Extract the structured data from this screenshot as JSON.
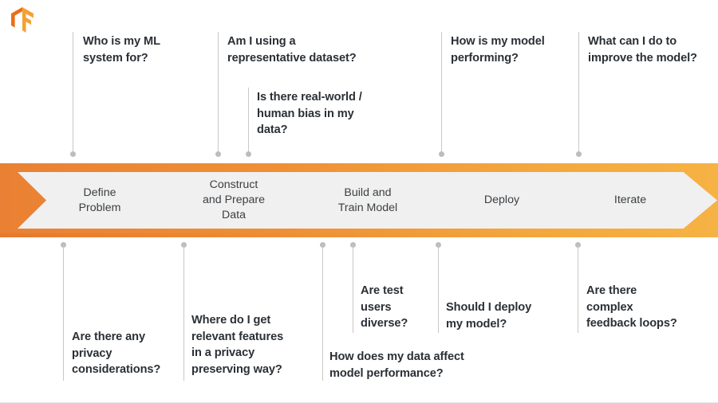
{
  "brand": {
    "logo_icon": "tensorflow-logo",
    "colors": {
      "logo_light": "#F5A033",
      "logo_dark": "#E8701A"
    }
  },
  "band": {
    "gradient_start": "#EA8033",
    "gradient_end": "#F6B244",
    "stages": [
      {
        "id": "define-problem",
        "label": "Define\nProblem"
      },
      {
        "id": "construct-prepare-data",
        "label": "Construct\nand Prepare\nData"
      },
      {
        "id": "build-train-model",
        "label": "Build and\nTrain Model"
      },
      {
        "id": "deploy",
        "label": "Deploy"
      },
      {
        "id": "iterate",
        "label": "Iterate"
      }
    ]
  },
  "questions_top": [
    {
      "id": "who-is-my-ml-system-for",
      "text": "Who is my ML\nsystem for?"
    },
    {
      "id": "am-i-using-representative-dataset",
      "text": "Am I using a\nrepresentative dataset?"
    },
    {
      "id": "real-world-human-bias",
      "text": "Is there real-world /\nhuman bias in my\ndata?"
    },
    {
      "id": "how-is-my-model-performing",
      "text": "How is my model\nperforming?"
    },
    {
      "id": "what-can-i-do-to-improve",
      "text": "What can I do to\nimprove the model?"
    }
  ],
  "questions_bottom": [
    {
      "id": "privacy-considerations",
      "text": "Are there any\nprivacy\nconsiderations?"
    },
    {
      "id": "relevant-features-privacy",
      "text": "Where do I get\nrelevant features\nin a privacy\npreserving way?"
    },
    {
      "id": "are-test-users-diverse",
      "text": "Are test\nusers\ndiverse?"
    },
    {
      "id": "how-does-data-affect-performance",
      "text": "How does my data affect\nmodel performance?"
    },
    {
      "id": "should-i-deploy-my-model",
      "text": "Should I deploy\nmy model?"
    },
    {
      "id": "complex-feedback-loops",
      "text": "Are there\ncomplex\nfeedback loops?"
    }
  ]
}
